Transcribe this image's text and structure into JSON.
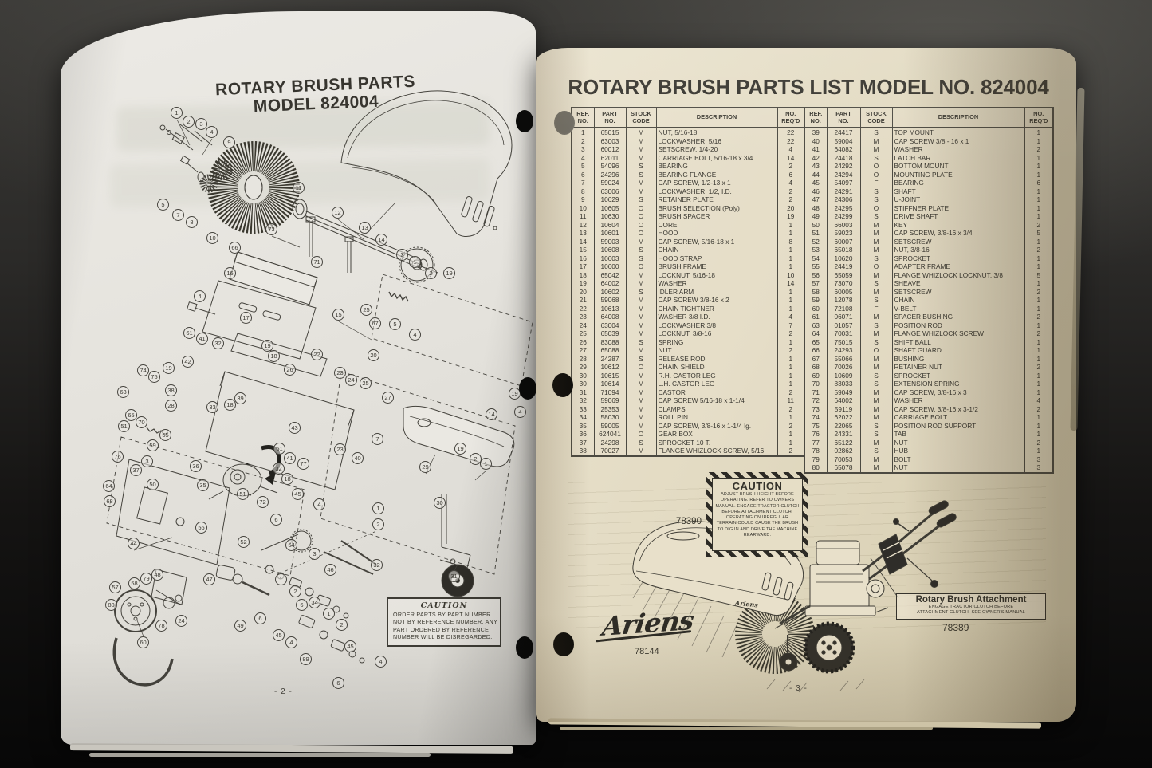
{
  "left_page": {
    "title_line1": "ROTARY BRUSH PARTS",
    "title_line2": "MODEL 824004",
    "page_number": "- 2 -",
    "caution": {
      "title": "CAUTION",
      "lines": [
        "ORDER PARTS BY PART NUMBER",
        "NOT BY REFERENCE NUMBER. ANY",
        "PART ORDERED BY REFERENCE",
        "NUMBER WILL BE DISREGARDED."
      ]
    },
    "balloons": [
      [
        "1",
        146,
        128
      ],
      [
        "2",
        161,
        139
      ],
      [
        "3",
        177,
        142
      ],
      [
        "4",
        190,
        152
      ],
      [
        "9",
        212,
        165
      ],
      [
        "5",
        129,
        243
      ],
      [
        "7",
        148,
        256
      ],
      [
        "8",
        165,
        265
      ],
      [
        "10",
        191,
        285
      ],
      [
        "11",
        299,
        222
      ],
      [
        "73",
        265,
        274
      ],
      [
        "12",
        348,
        253
      ],
      [
        "13",
        382,
        272
      ],
      [
        "14",
        403,
        287
      ],
      [
        "66",
        219,
        297
      ],
      [
        "71",
        322,
        315
      ],
      [
        "16",
        213,
        329
      ],
      [
        "3",
        429,
        306
      ],
      [
        "1",
        445,
        315
      ],
      [
        "2",
        465,
        329
      ],
      [
        "19",
        488,
        329
      ],
      [
        "15",
        349,
        381
      ],
      [
        "25",
        384,
        375
      ],
      [
        "67",
        395,
        392
      ],
      [
        "17",
        233,
        385
      ],
      [
        "4",
        175,
        358
      ],
      [
        "22",
        322,
        431
      ],
      [
        "20",
        393,
        432
      ],
      [
        "23",
        351,
        454
      ],
      [
        "24",
        365,
        463
      ],
      [
        "25",
        383,
        467
      ],
      [
        "26",
        288,
        450
      ],
      [
        "61",
        162,
        404
      ],
      [
        "41",
        178,
        411
      ],
      [
        "32",
        198,
        417
      ],
      [
        "42",
        160,
        440
      ],
      [
        "74",
        104,
        451
      ],
      [
        "75",
        118,
        459
      ],
      [
        "19",
        136,
        448
      ],
      [
        "63",
        79,
        478
      ],
      [
        "38",
        139,
        476
      ],
      [
        "18",
        268,
        433
      ],
      [
        "19",
        260,
        420
      ],
      [
        "39",
        226,
        486
      ],
      [
        "5",
        420,
        393
      ],
      [
        "4",
        445,
        406
      ],
      [
        "27",
        411,
        485
      ],
      [
        "19",
        570,
        480
      ],
      [
        "4",
        577,
        503
      ],
      [
        "65",
        89,
        507
      ],
      [
        "70",
        102,
        516
      ],
      [
        "51",
        80,
        521
      ],
      [
        "76",
        72,
        559
      ],
      [
        "59",
        116,
        545
      ],
      [
        "3",
        109,
        565
      ],
      [
        "37",
        95,
        576
      ],
      [
        "64",
        61,
        596
      ],
      [
        "68",
        62,
        615
      ],
      [
        "55",
        132,
        532
      ],
      [
        "28",
        139,
        495
      ],
      [
        "33",
        191,
        497
      ],
      [
        "18",
        213,
        494
      ],
      [
        "36",
        170,
        571
      ],
      [
        "50",
        116,
        594
      ],
      [
        "35",
        179,
        595
      ],
      [
        "51",
        229,
        606
      ],
      [
        "56",
        177,
        648
      ],
      [
        "44",
        92,
        668
      ],
      [
        "57",
        69,
        723
      ],
      [
        "58",
        93,
        718
      ],
      [
        "79",
        108,
        712
      ],
      [
        "48",
        122,
        707
      ],
      [
        "80",
        64,
        745
      ],
      [
        "78",
        127,
        771
      ],
      [
        "24",
        152,
        765
      ],
      [
        "60",
        104,
        792
      ],
      [
        "47",
        187,
        713
      ],
      [
        "52",
        230,
        666
      ],
      [
        "49",
        226,
        771
      ],
      [
        "6",
        251,
        762
      ],
      [
        "45",
        274,
        783
      ],
      [
        "4",
        290,
        792
      ],
      [
        "1",
        277,
        713
      ],
      [
        "2",
        295,
        728
      ],
      [
        "6",
        303,
        745
      ],
      [
        "34",
        319,
        742
      ],
      [
        "1",
        337,
        756
      ],
      [
        "2",
        353,
        770
      ],
      [
        "89",
        308,
        813
      ],
      [
        "6",
        349,
        843
      ],
      [
        "45",
        364,
        797
      ],
      [
        "4",
        402,
        816
      ],
      [
        "43",
        294,
        523
      ],
      [
        "61",
        275,
        549
      ],
      [
        "41",
        288,
        561
      ],
      [
        "32",
        274,
        574
      ],
      [
        "18",
        285,
        587
      ],
      [
        "77",
        305,
        568
      ],
      [
        "23",
        351,
        550
      ],
      [
        "40",
        373,
        561
      ],
      [
        "7",
        398,
        537
      ],
      [
        "72",
        254,
        616
      ],
      [
        "6",
        271,
        638
      ],
      [
        "45",
        298,
        606
      ],
      [
        "4",
        325,
        619
      ],
      [
        "54",
        290,
        670
      ],
      [
        "3",
        319,
        681
      ],
      [
        "46",
        339,
        701
      ],
      [
        "29",
        458,
        572
      ],
      [
        "19",
        502,
        549
      ],
      [
        "2",
        521,
        562
      ],
      [
        "1",
        534,
        568
      ],
      [
        "14",
        541,
        506
      ],
      [
        "30",
        476,
        617
      ],
      [
        "1",
        399,
        624
      ],
      [
        "2",
        399,
        644
      ],
      [
        "32",
        397,
        695
      ],
      [
        "31",
        494,
        709
      ]
    ]
  },
  "right_page": {
    "title": "ROTARY BRUSH PARTS LIST MODEL NO. 824004",
    "page_number": "- 3 -",
    "table": {
      "headers": [
        [
          "REF.",
          "NO."
        ],
        [
          "PART",
          "NO."
        ],
        [
          "STOCK",
          "CODE"
        ],
        [
          "DESCRIPTION",
          ""
        ],
        [
          "NO.",
          "REQ'D"
        ]
      ],
      "left_rows": [
        [
          "1",
          "65015",
          "M",
          "NUT, 5/16-18",
          "22"
        ],
        [
          "2",
          "63003",
          "M",
          "LOCKWASHER, 5/16",
          "22"
        ],
        [
          "3",
          "60012",
          "M",
          "SETSCREW, 1/4-20",
          "4"
        ],
        [
          "4",
          "62011",
          "M",
          "CARRIAGE BOLT, 5/16-18 x 3/4",
          "14"
        ],
        [
          "5",
          "54096",
          "S",
          "BEARING",
          "2"
        ],
        [
          "6",
          "24296",
          "S",
          "BEARING FLANGE",
          "6"
        ],
        [
          "7",
          "59024",
          "M",
          "CAP SCREW, 1/2-13 x 1",
          "4"
        ],
        [
          "8",
          "63006",
          "M",
          "LOCKWASHER, 1/2, I.D.",
          "2"
        ],
        [
          "9",
          "10629",
          "S",
          "RETAINER PLATE",
          "2"
        ],
        [
          "10",
          "10605",
          "O",
          "BRUSH SELECTION (Poly)",
          "20"
        ],
        [
          "11",
          "10630",
          "O",
          "BRUSH SPACER",
          "19"
        ],
        [
          "12",
          "10604",
          "O",
          "CORE",
          "1"
        ],
        [
          "13",
          "10601",
          "O",
          "HOOD",
          "1"
        ],
        [
          "14",
          "59003",
          "M",
          "CAP SCREW, 5/16-18 x 1",
          "8"
        ],
        [
          "15",
          "10608",
          "S",
          "CHAIN",
          "1"
        ],
        [
          "16",
          "10603",
          "S",
          "HOOD STRAP",
          "1"
        ],
        [
          "17",
          "10600",
          "O",
          "BRUSH FRAME",
          "1"
        ],
        [
          "18",
          "65042",
          "M",
          "LOCKNUT, 5/16-18",
          "10"
        ],
        [
          "19",
          "64002",
          "M",
          "WASHER",
          "14"
        ],
        [
          "20",
          "10602",
          "S",
          "IDLER ARM",
          "1"
        ],
        [
          "21",
          "59068",
          "M",
          "CAP SCREW 3/8-16 x 2",
          "1"
        ],
        [
          "22",
          "10613",
          "M",
          "CHAIN TIGHTNER",
          "1"
        ],
        [
          "23",
          "64008",
          "M",
          "WASHER 3/8 I.D.",
          "4"
        ],
        [
          "24",
          "63004",
          "M",
          "LOCKWASHER 3/8",
          "7"
        ],
        [
          "25",
          "65039",
          "M",
          "LOCKNUT, 3/8-16",
          "2"
        ],
        [
          "26",
          "83088",
          "S",
          "SPRING",
          "1"
        ],
        [
          "27",
          "65088",
          "M",
          "NUT",
          "2"
        ],
        [
          "28",
          "24287",
          "S",
          "RELEASE ROD",
          "1"
        ],
        [
          "29",
          "10612",
          "O",
          "CHAIN SHIELD",
          "1"
        ],
        [
          "30",
          "10615",
          "M",
          "R.H. CASTOR LEG",
          "1"
        ],
        [
          "30",
          "10614",
          "M",
          "L.H. CASTOR LEG",
          "1"
        ],
        [
          "31",
          "71094",
          "M",
          "CASTOR",
          "2"
        ],
        [
          "32",
          "59069",
          "M",
          "CAP SCREW 5/16-18 x 1-1/4",
          "11"
        ],
        [
          "33",
          "25353",
          "M",
          "CLAMPS",
          "2"
        ],
        [
          "34",
          "58030",
          "M",
          "ROLL PIN",
          "1"
        ],
        [
          "35",
          "59005",
          "M",
          "CAP SCREW, 3/8-16 x 1-1/4 lg.",
          "2"
        ],
        [
          "36",
          "624041",
          "O",
          "GEAR BOX",
          "1"
        ],
        [
          "37",
          "24298",
          "S",
          "SPROCKET 10 T.",
          "1"
        ],
        [
          "38",
          "70027",
          "M",
          "FLANGE WHIZLOCK SCREW, 5/16",
          "2"
        ]
      ],
      "right_rows": [
        [
          "39",
          "24417",
          "S",
          "TOP MOUNT",
          "1"
        ],
        [
          "40",
          "59004",
          "M",
          "CAP SCREW 3/8 - 16 x 1",
          "1"
        ],
        [
          "41",
          "64082",
          "M",
          "WASHER",
          "2"
        ],
        [
          "42",
          "24418",
          "S",
          "LATCH BAR",
          "1"
        ],
        [
          "43",
          "24292",
          "O",
          "BOTTOM MOUNT",
          "1"
        ],
        [
          "44",
          "24294",
          "O",
          "MOUNTING PLATE",
          "1"
        ],
        [
          "45",
          "54097",
          "F",
          "BEARING",
          "6"
        ],
        [
          "46",
          "24291",
          "S",
          "SHAFT",
          "1"
        ],
        [
          "47",
          "24306",
          "S",
          "U-JOINT",
          "1"
        ],
        [
          "48",
          "24295",
          "O",
          "STIFFNER PLATE",
          "1"
        ],
        [
          "49",
          "24299",
          "S",
          "DRIVE SHAFT",
          "1"
        ],
        [
          "50",
          "66003",
          "M",
          "KEY",
          "2"
        ],
        [
          "51",
          "59023",
          "M",
          "CAP SCREW, 3/8-16 x 3/4",
          "5"
        ],
        [
          "52",
          "60007",
          "M",
          "SETSCREW",
          "1"
        ],
        [
          "53",
          "65018",
          "M",
          "NUT, 3/8-16",
          "2"
        ],
        [
          "54",
          "10620",
          "S",
          "SPROCKET",
          "1"
        ],
        [
          "55",
          "24419",
          "O",
          "ADAPTER FRAME",
          "1"
        ],
        [
          "56",
          "65059",
          "M",
          "FLANGE WHIZLOCK LOCKNUT, 3/8",
          "5"
        ],
        [
          "57",
          "73070",
          "S",
          "SHEAVE",
          "1"
        ],
        [
          "58",
          "60005",
          "M",
          "SETSCREW",
          "2"
        ],
        [
          "59",
          "12078",
          "S",
          "CHAIN",
          "1"
        ],
        [
          "60",
          "72108",
          "F",
          "V-BELT",
          "1"
        ],
        [
          "61",
          "06071",
          "M",
          "SPACER BUSHING",
          "2"
        ],
        [
          "63",
          "01057",
          "S",
          "POSITION ROD",
          "1"
        ],
        [
          "64",
          "70031",
          "M",
          "FLANGE WHIZLOCK SCREW",
          "2"
        ],
        [
          "65",
          "75015",
          "S",
          "SHIFT BALL",
          "1"
        ],
        [
          "66",
          "24293",
          "O",
          "SHAFT GUARD",
          "1"
        ],
        [
          "67",
          "55066",
          "M",
          "BUSHING",
          "1"
        ],
        [
          "68",
          "70026",
          "M",
          "RETAINER NUT",
          "2"
        ],
        [
          "69",
          "10609",
          "S",
          "SPROCKET",
          "1"
        ],
        [
          "70",
          "83033",
          "S",
          "EXTENSION SPRING",
          "1"
        ],
        [
          "71",
          "59049",
          "M",
          "CAP SCREW, 3/8-16 x 3",
          "1"
        ],
        [
          "72",
          "64002",
          "M",
          "WASHER",
          "4"
        ],
        [
          "73",
          "59119",
          "M",
          "CAP SCREW, 3/8-16 x 3-1/2",
          "2"
        ],
        [
          "74",
          "62022",
          "M",
          "CARRIAGE BOLT",
          "1"
        ],
        [
          "75",
          "22065",
          "S",
          "POSITION ROD SUPPORT",
          "1"
        ],
        [
          "76",
          "24331",
          "S",
          "TAB",
          "1"
        ],
        [
          "77",
          "65122",
          "M",
          "NUT",
          "2"
        ],
        [
          "78",
          "02862",
          "S",
          "HUB",
          "1"
        ],
        [
          "79",
          "70053",
          "M",
          "BOLT",
          "3"
        ],
        [
          "80",
          "65078",
          "M",
          "NUT",
          "3"
        ]
      ]
    },
    "caution": {
      "title": "CAUTION",
      "figure_label": "78390",
      "lines": [
        "ADJUST BRUSH HEIGHT BEFORE",
        "OPERATING. REFER TO OWNERS",
        "MANUAL. ENGAGE TRACTOR CLUTCH",
        "BEFORE ATTACHMENT CLUTCH.",
        "OPERATING ON IRREGULAR",
        "TERRAIN COULD CAUSE THE BRUSH",
        "TO DIG IN AND DRIVE THE MACHINE",
        "REARWARD."
      ]
    },
    "illustration": {
      "brand_script": "Ariens",
      "hood_brand": "Ariens",
      "figure_label": "78144",
      "attachment_title": "Rotary Brush Attachment",
      "attachment_line1": "ENGAGE TRACTOR CLUTCH BEFORE",
      "attachment_line2": "ATTACHMENT CLUTCH. SEE OWNER'S MANUAL",
      "attachment_figure_label": "78389"
    }
  }
}
